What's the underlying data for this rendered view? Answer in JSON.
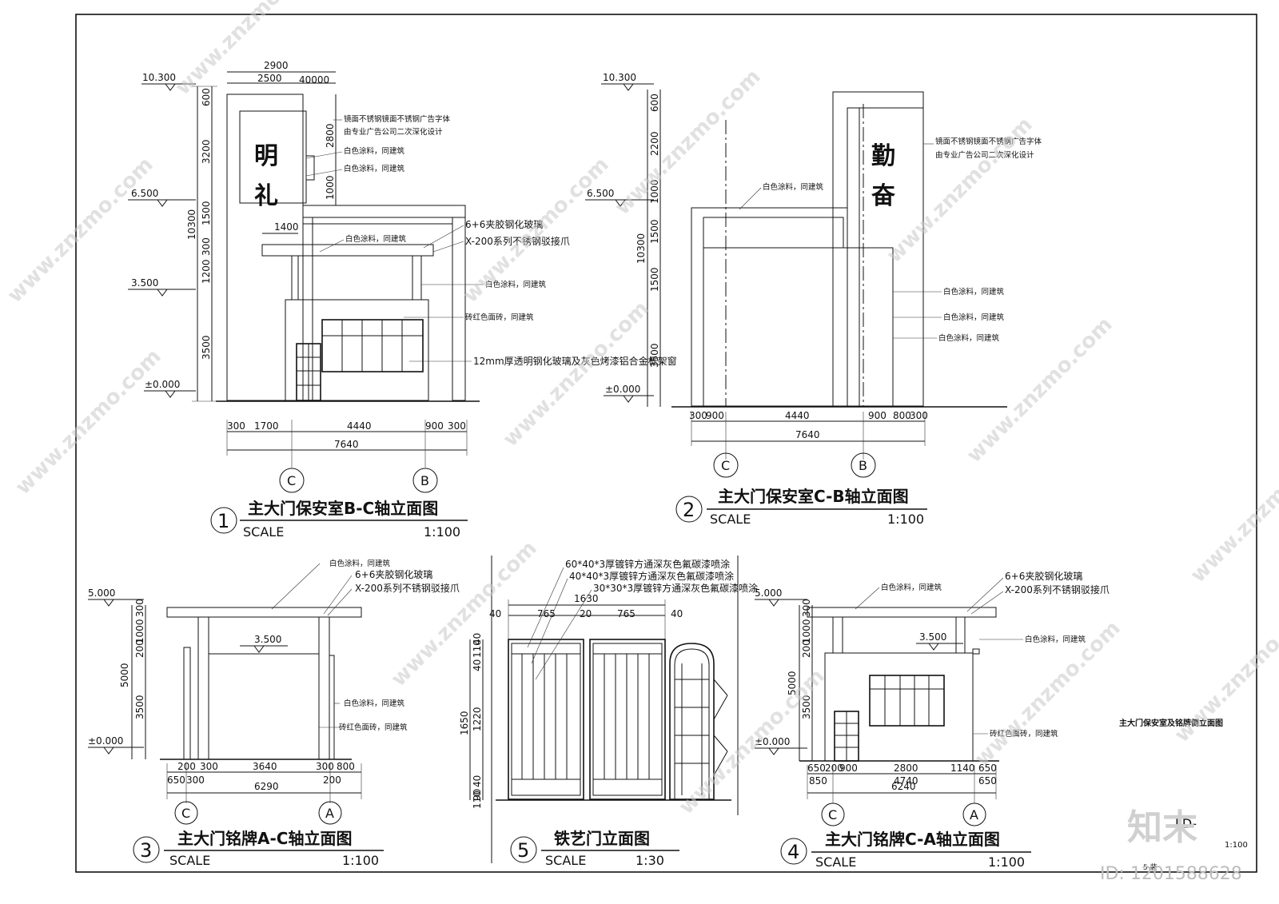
{
  "drawings": [
    {
      "num": "1",
      "title": "主大门保安室B-C轴立面图",
      "scale_label": "SCALE",
      "scale": "1:100"
    },
    {
      "num": "2",
      "title": "主大门保安室C-B轴立面图",
      "scale_label": "SCALE",
      "scale": "1:100"
    },
    {
      "num": "3",
      "title": "主大门铭牌A-C轴立面图",
      "scale_label": "SCALE",
      "scale": "1:100"
    },
    {
      "num": "5",
      "title": "铁艺门立面图",
      "scale_label": "SCALE",
      "scale": "1:30"
    },
    {
      "num": "4",
      "title": "主大门铭牌C-A轴立面图",
      "scale_label": "SCALE",
      "scale": "1:100"
    }
  ],
  "elev1": {
    "levels": [
      "10.300",
      "6.500",
      "3.500",
      "±0.000"
    ],
    "sign_chars": [
      "明",
      "礼"
    ],
    "top_dims": [
      "2900",
      "2500",
      "40000"
    ],
    "right_vdims": [
      "2800",
      "1000"
    ],
    "left_vdims": [
      "600",
      "3200",
      "1500",
      "300",
      "1200",
      "3500"
    ],
    "total_v": "10300",
    "canopy": "1400",
    "bottom_dims": [
      "300",
      "1700",
      "4440",
      "900",
      "300"
    ],
    "bottom_total": "7640",
    "axes": [
      "C",
      "B"
    ],
    "notes": [
      "镜面不锈钢镜面不锈钢广告字体",
      "由专业广告公司二次深化设计",
      "白色涂料，同建筑",
      "白色涂料，同建筑",
      "6+6夹胶钢化玻璃",
      "白色涂料，同建筑",
      "X-200系列不锈钢驳接爪",
      "白色涂料，同建筑",
      "砖红色面砖，同建筑",
      "12mm厚透明钢化玻璃及灰色烤漆铝合金框架窗"
    ]
  },
  "elev2": {
    "levels": [
      "10.300",
      "6.500",
      "±0.000"
    ],
    "sign_chars": [
      "勤",
      "奋"
    ],
    "left_vdims": [
      "600",
      "2200",
      "1000",
      "1500",
      "1500",
      "3500"
    ],
    "total_v": "10300",
    "bottom_dims": [
      "300",
      "900",
      "4440",
      "900",
      "800",
      "300"
    ],
    "bottom_total": "7640",
    "axes": [
      "C",
      "B"
    ],
    "notes": [
      "镜面不锈钢镜面不锈钢广告字体",
      "由专业广告公司二次深化设计",
      "白色涂料，同建筑",
      "白色涂料，同建筑",
      "白色涂料，同建筑",
      "白色涂料，同建筑"
    ]
  },
  "elev3": {
    "levels": [
      "5.000",
      "3.500",
      "±0.000"
    ],
    "left_vdims": [
      "300",
      "1000",
      "200",
      "3500"
    ],
    "total_v": "5000",
    "bottom_dims": [
      "200",
      "300",
      "3640",
      "300",
      "800"
    ],
    "bottom2": [
      "650",
      "300",
      "200"
    ],
    "bottom_total": "6290",
    "axes": [
      "C",
      "A"
    ],
    "notes": [
      "白色涂料，同建筑",
      "6+6夹胶钢化玻璃",
      "X-200系列不锈钢驳接爪",
      "白色涂料，同建筑",
      "砖红色面砖，同建筑"
    ]
  },
  "elev5": {
    "top_total": "1630",
    "top_dims": [
      "40",
      "765",
      "20",
      "765",
      "40"
    ],
    "left_vdims": [
      "40",
      "110",
      "40",
      "1220",
      "40",
      "90",
      "110"
    ],
    "total_v": "1650",
    "notes": [
      "60*40*3厚镀锌方通深灰色氟碳漆喷涂",
      "40*40*3厚镀锌方通深灰色氟碳漆喷涂",
      "30*30*3厚镀锌方通深灰色氟碳漆喷涂"
    ]
  },
  "elev4": {
    "levels": [
      "5.000",
      "3.500",
      "±0.000"
    ],
    "left_vdims": [
      "300",
      "1000",
      "200",
      "3500"
    ],
    "total_v": "5000",
    "bottom_dims": [
      "650",
      "200",
      "900",
      "2800",
      "1140",
      "650"
    ],
    "bottom2": [
      "850",
      "4740",
      "650"
    ],
    "bottom_total": "6240",
    "axes": [
      "C",
      "A"
    ],
    "notes": [
      "白色涂料，同建筑",
      "6+6夹胶钢化玻璃",
      "X-200系列不锈钢驳接爪",
      "白色涂料，同建筑",
      "砖红色面砖，同建筑"
    ]
  },
  "sheet": {
    "side_title": "主大门保安室及铭牌侧立面图",
    "sheet_code": "LD-",
    "sheet_scale": "1:100",
    "footer_note": "5 装 ",
    "logo": "知末",
    "id_text": "ID: 1201588628"
  },
  "watermark": "www.znzmo.com"
}
